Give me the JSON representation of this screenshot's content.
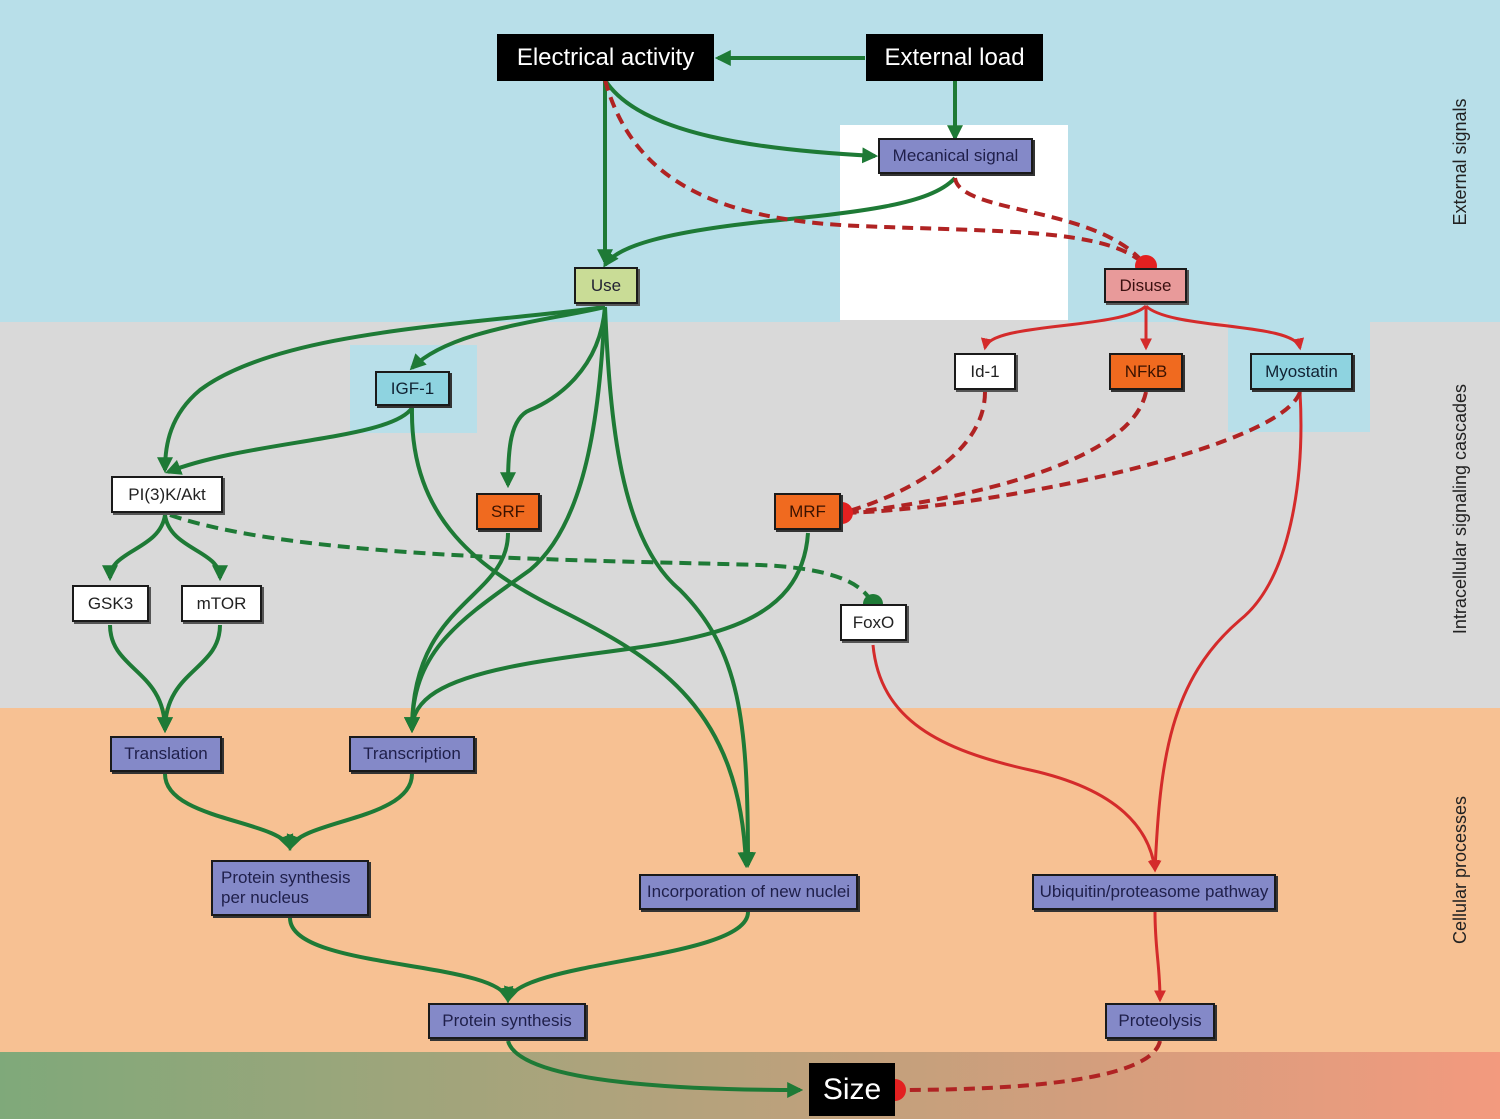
{
  "colors": {
    "external_band": "#b8dfe9",
    "intracellular_band": "#d9d9d9",
    "cellular_band": "#f7c193",
    "bottom_left": "#7fa97a",
    "bottom_right": "#f39a7e",
    "activation": "#1e7a36",
    "inhibition": "#d42b2b"
  },
  "regions": {
    "external": "External signals",
    "intracellular": "Intracellular signaling cascades",
    "cellular": "Cellular processes"
  },
  "nodes": {
    "electrical_activity": "Electrical activity",
    "external_load": "External load",
    "mecanical_signal": "Mecanical signal",
    "use": "Use",
    "disuse": "Disuse",
    "igf1": "IGF-1",
    "id1": "Id-1",
    "nfkb": "NFkB",
    "myostatin": "Myostatin",
    "pi3k": "PI(3)K/Akt",
    "srf": "SRF",
    "mrf": "MRF",
    "gsk3": "GSK3",
    "mtor": "mTOR",
    "foxo": "FoxO",
    "translation": "Translation",
    "transcription": "Transcription",
    "protein_synthesis_per_nucleus": "Protein synthesis per nucleus",
    "incorporation": "Incorporation of new nuclei",
    "ubiquitin": "Ubiquitin/proteasome pathway",
    "protein_synthesis": "Protein synthesis",
    "proteolysis": "Proteolysis",
    "size": "Size"
  }
}
